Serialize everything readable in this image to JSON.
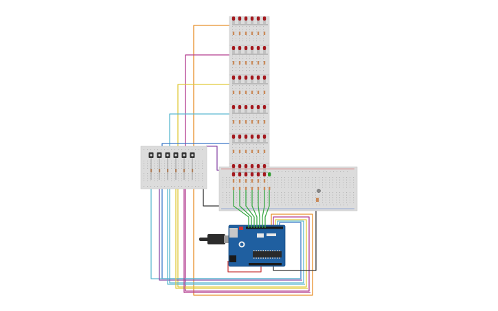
{
  "canvas": {
    "background": "#ffffff"
  },
  "colors": {
    "breadboard": "#dcdcdc",
    "breadboard_edge": "#c6c6c6",
    "rail_red": "#d24a4a",
    "rail_blue": "#4a74c8",
    "led_red": "#a3181d",
    "led_green": "#2e9a2e",
    "resistor": "#c98a5a",
    "arduino_blue": "#1f5fa0",
    "arduino_dark": "#174a7e",
    "chip": "#2a2a2a",
    "usb_plug": "#2c2c2c",
    "button_body": "#333333",
    "pot": "#888888"
  },
  "wires": {
    "orange": "#e8902a",
    "magenta": "#b23a8e",
    "yellow": "#e0c93a",
    "cyan": "#5ab8d0",
    "blue": "#3a78c8",
    "purple": "#8a4aa8",
    "green": "#3aa845",
    "dark": "#333333",
    "red": "#c83a3a"
  },
  "icons": {
    "led": "led-icon",
    "resistor": "resistor-icon",
    "pushbutton": "pushbutton-icon",
    "arduino": "arduino-uno-board",
    "usb": "usb-cable-icon",
    "potentiometer": "potentiometer-icon"
  },
  "matrix": {
    "rows": 6,
    "cols": 6
  },
  "pushbuttons": {
    "count": 6
  }
}
